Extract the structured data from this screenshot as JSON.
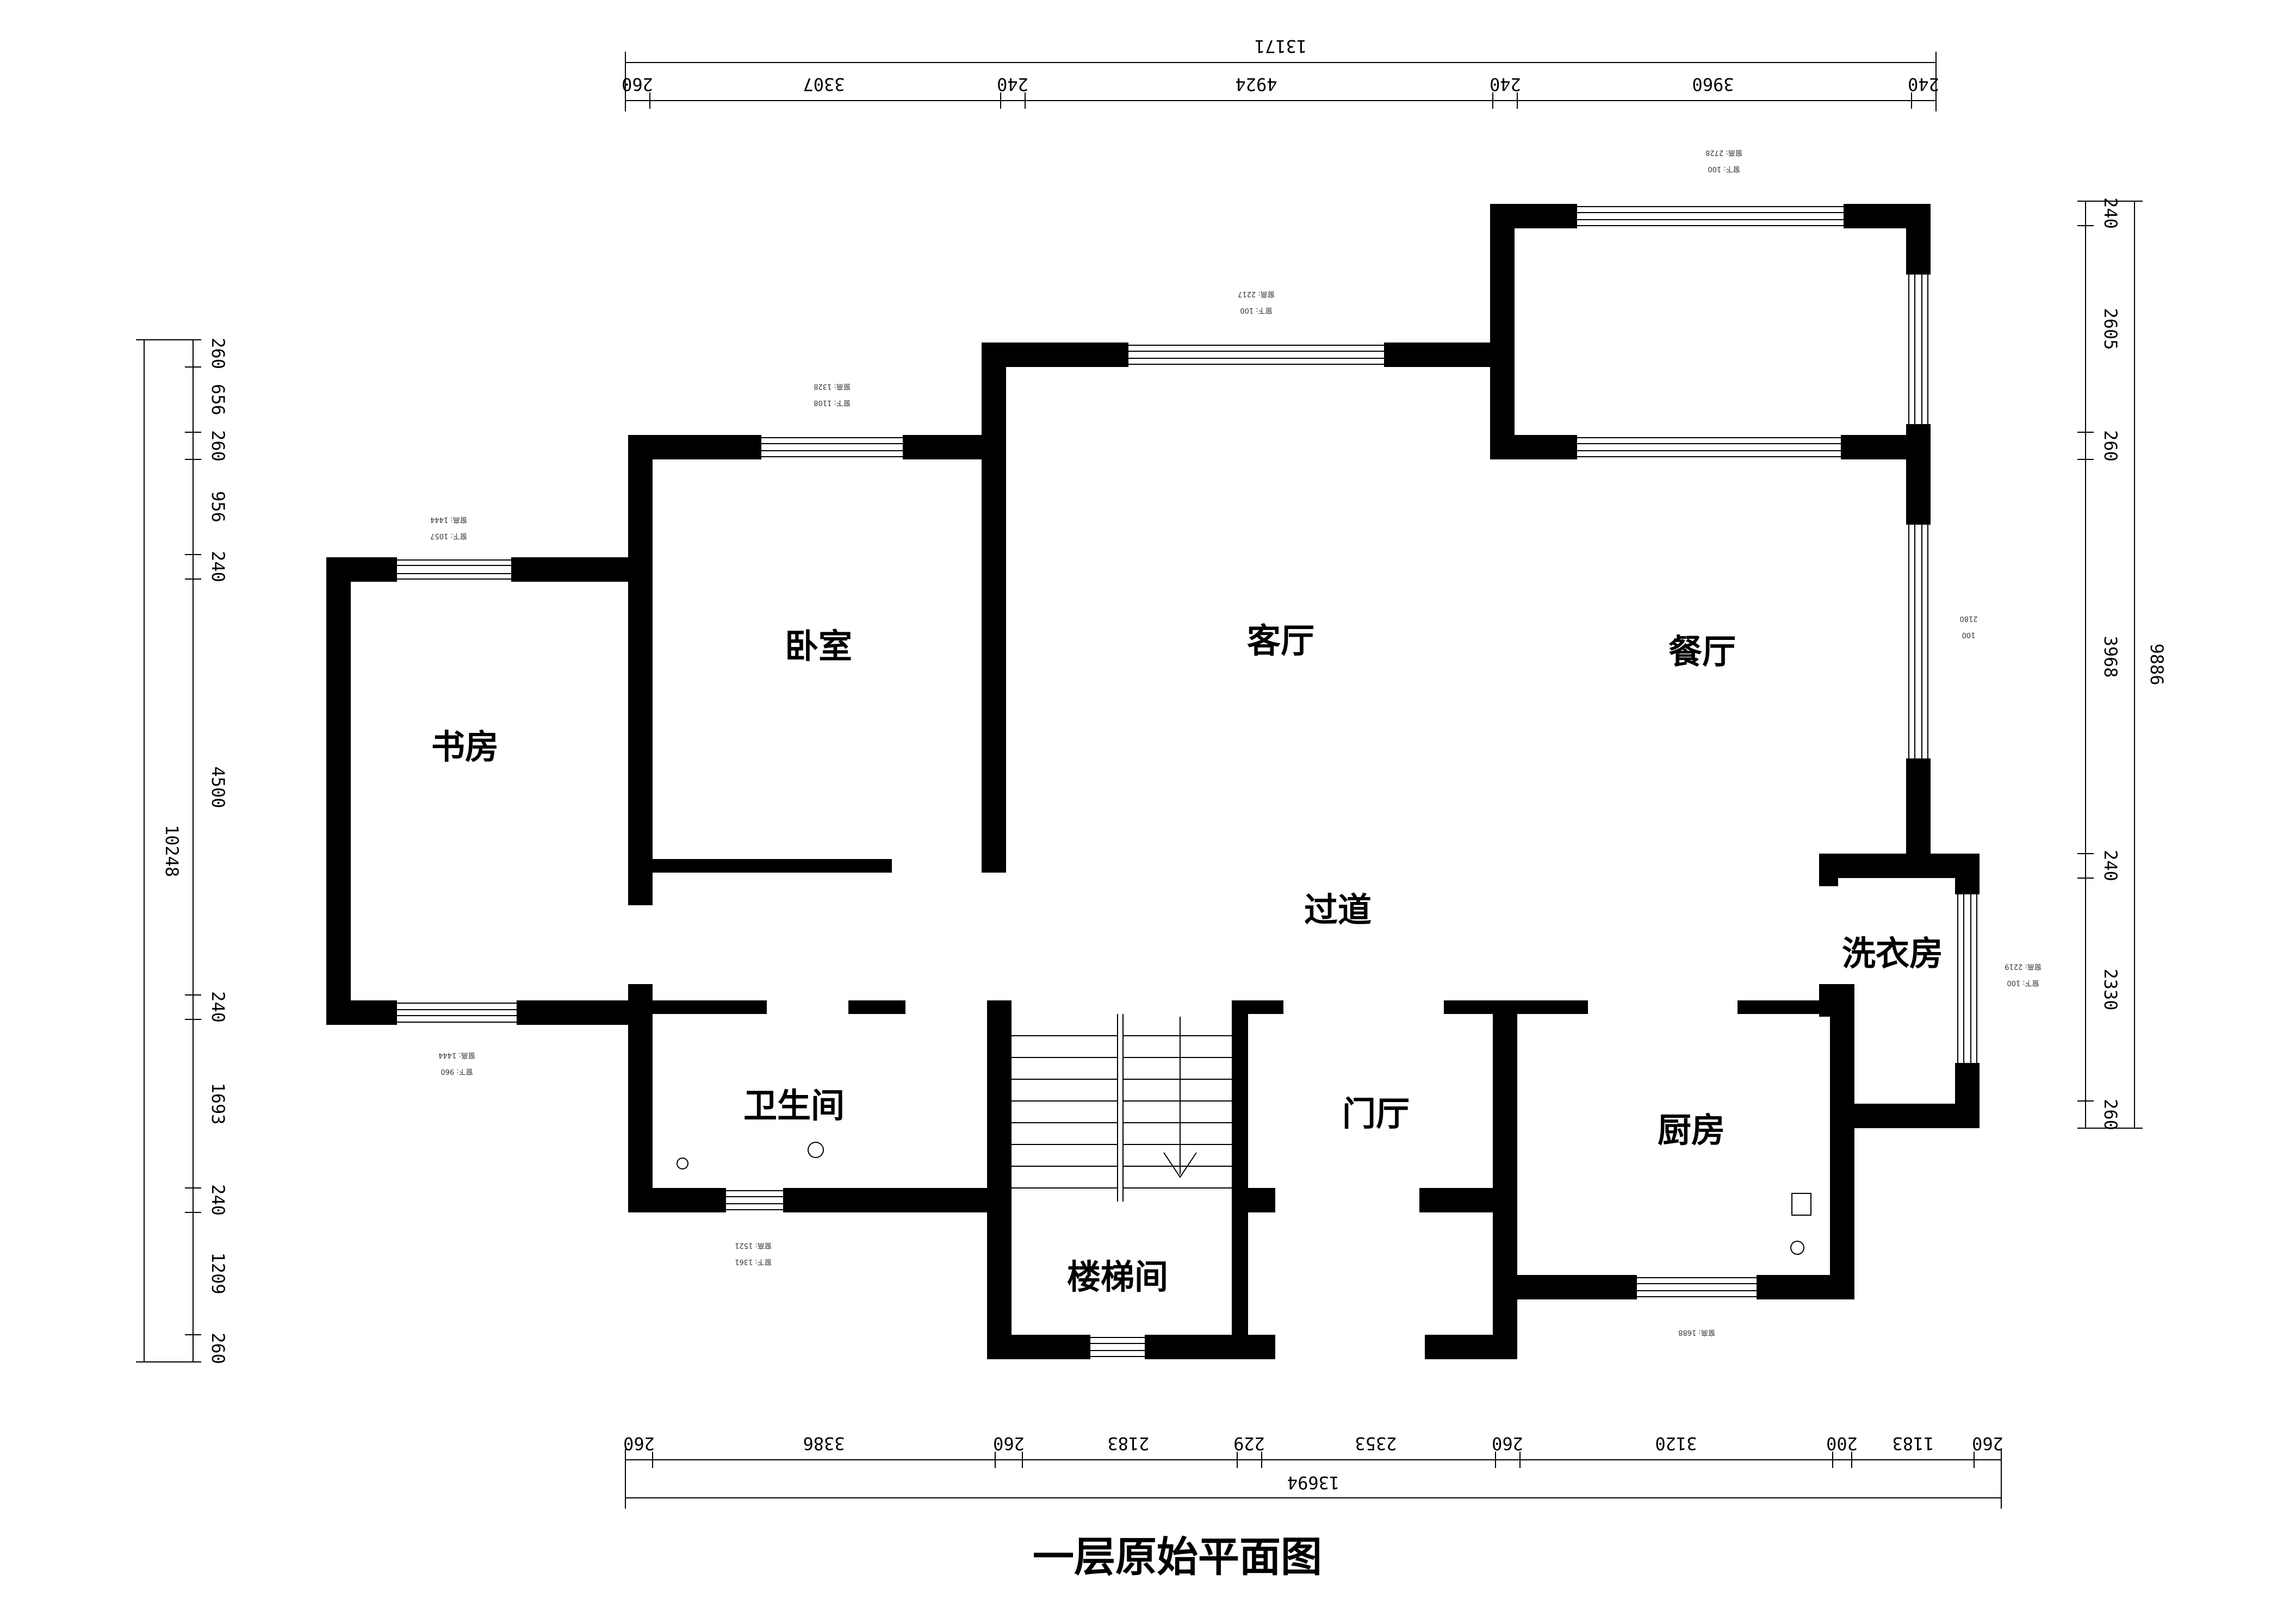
{
  "title": "一层原始平面图",
  "rooms": {
    "study": "书房",
    "bedroom": "卧室",
    "living": "客厅",
    "dining": "餐厅",
    "corridor": "过道",
    "laundry": "洗衣房",
    "bathroom": "卫生间",
    "foyer": "门厅",
    "kitchen": "厨房",
    "stairs": "楼梯间"
  },
  "dimensions": {
    "top_total": "13171",
    "top_segments": [
      "260",
      "3307",
      "240",
      "4924",
      "240",
      "3960",
      "240"
    ],
    "bottom_total": "13694",
    "bottom_segments": [
      "260",
      "3386",
      "260",
      "2183",
      "229",
      "2353",
      "260",
      "3120",
      "200",
      "1183",
      "260"
    ],
    "left_total": "10248",
    "left_segments": [
      "260",
      "656",
      "260",
      "956",
      "240",
      "4500",
      "240",
      "1693",
      "240",
      "1209",
      "260"
    ],
    "right_total": "9886",
    "right_segments": [
      "240",
      "2605",
      "260",
      "3968",
      "240",
      "2330",
      "260"
    ]
  },
  "window_notes": {
    "dining_top": [
      "窗高: 2728",
      "窗下: 100"
    ],
    "living_top": [
      "窗高: 2217",
      "窗下: 100"
    ],
    "bedroom_top": [
      "窗高: 1328",
      "窗下: 1108"
    ],
    "study_top": [
      "窗高: 1444",
      "窗下: 1057"
    ],
    "dining_right": [
      "2180",
      "100"
    ],
    "laundry_right": [
      "窗高: 2219",
      "窗下: 100"
    ],
    "study_bottom": [
      "窗高: 1444",
      "窗下: 960"
    ],
    "bathroom_bottom": [
      "窗高: 1521",
      "窗下: 1361"
    ],
    "kitchen_bottom": [
      "窗高: 1688"
    ]
  }
}
